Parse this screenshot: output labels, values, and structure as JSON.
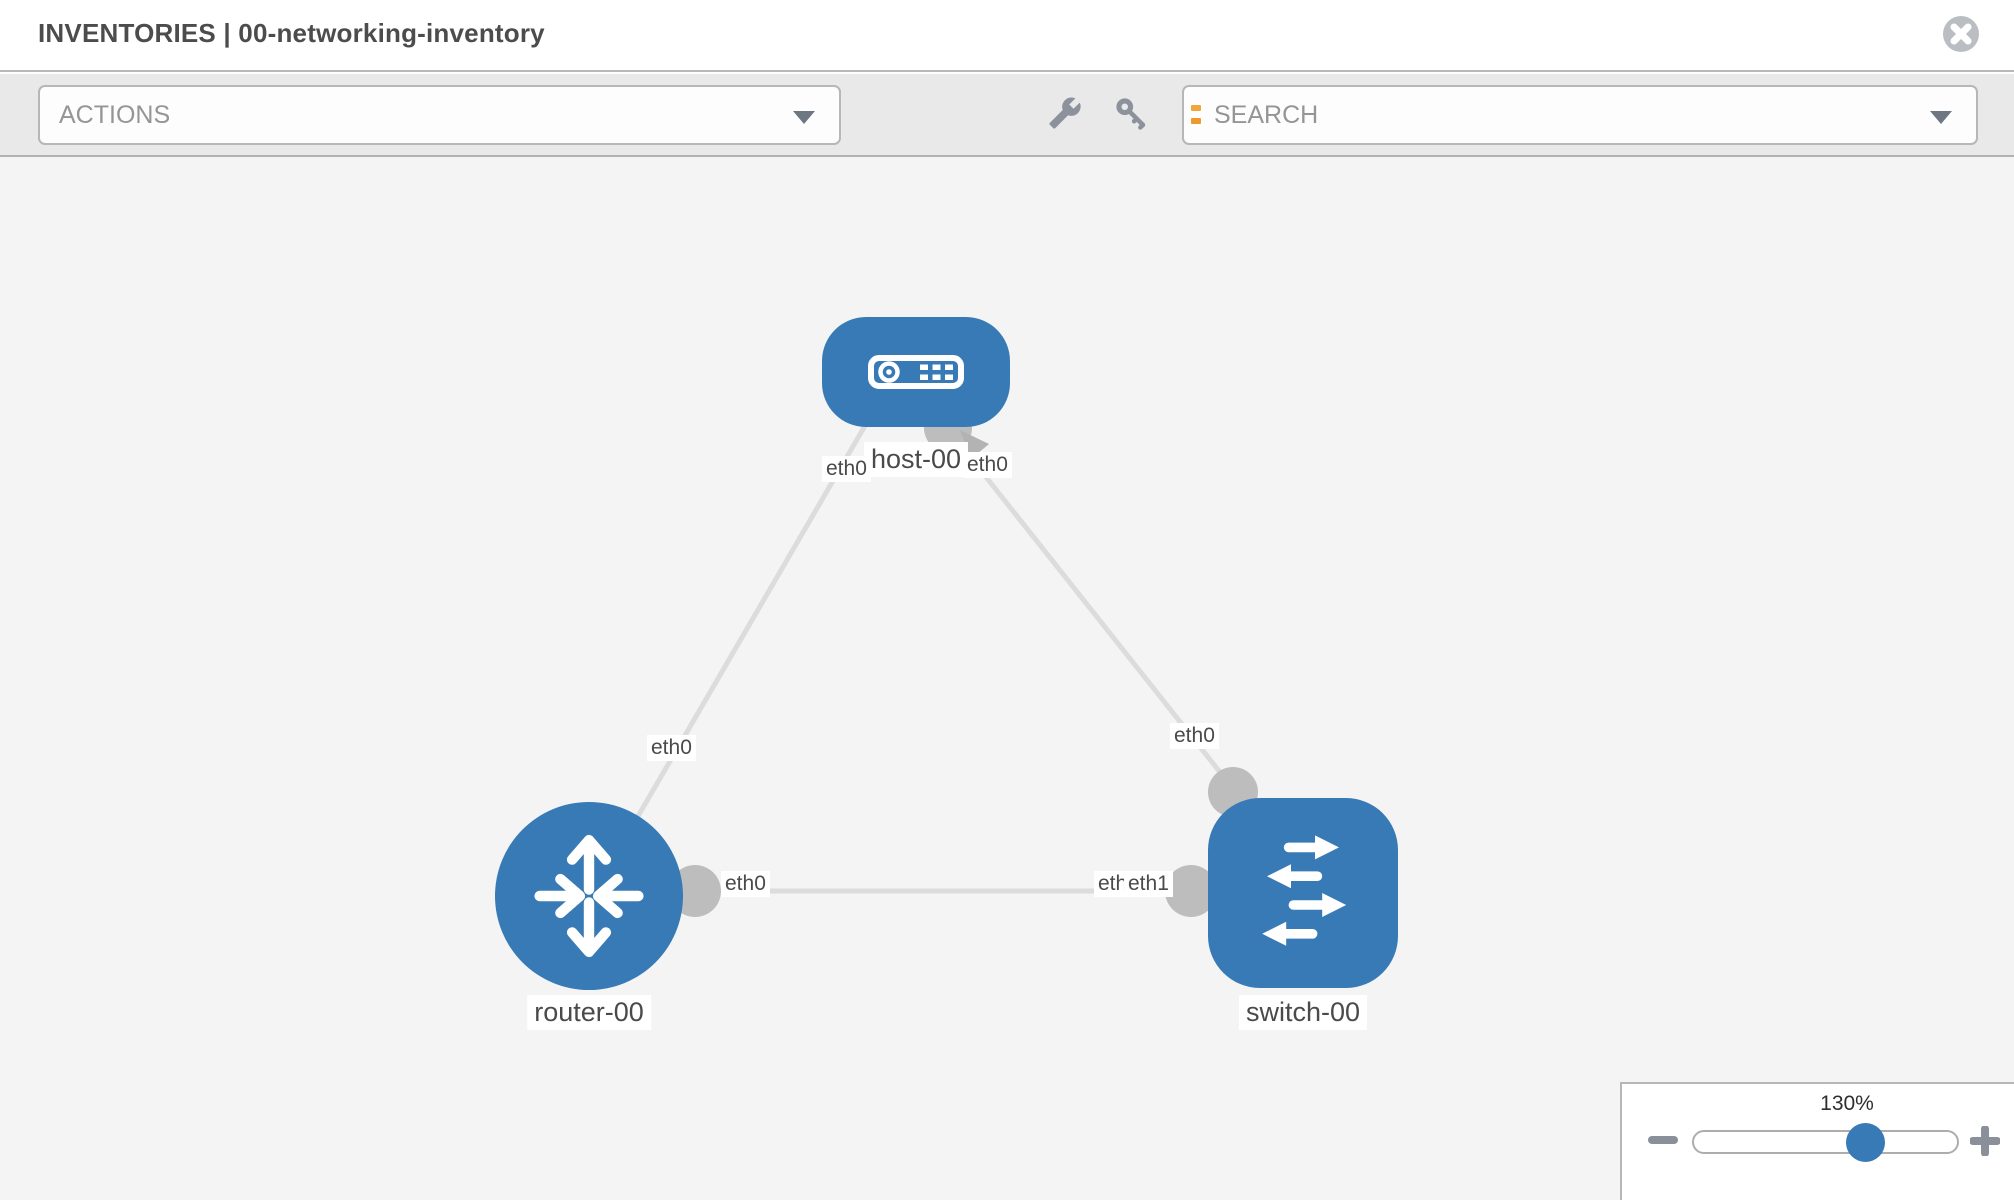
{
  "header": {
    "title": "INVENTORIES | 00-networking-inventory"
  },
  "toolbar": {
    "actions_label": "ACTIONS",
    "search_label": "SEARCH",
    "icons": [
      "wrench-icon",
      "key-icon"
    ]
  },
  "diagram": {
    "nodes": {
      "host": {
        "label": "host-00",
        "type": "host"
      },
      "router": {
        "label": "router-00",
        "type": "router"
      },
      "switch": {
        "label": "switch-00",
        "type": "switch"
      }
    },
    "interfaces": {
      "host_router": {
        "at_host": "eth0",
        "at_router": "eth0"
      },
      "host_switch": {
        "at_host": "eth0",
        "at_switch": "eth0"
      },
      "router_switch": {
        "at_router": "eth0",
        "at_switch_back": "eth0",
        "at_switch": "eth1"
      }
    },
    "colors": {
      "node_fill": "#377ab6",
      "link": "#dcdcdc",
      "connector": "#bdbdbd",
      "label_text": "#4a4a4a"
    }
  },
  "zoom_control": {
    "level_label": "130%",
    "percent": 130
  }
}
